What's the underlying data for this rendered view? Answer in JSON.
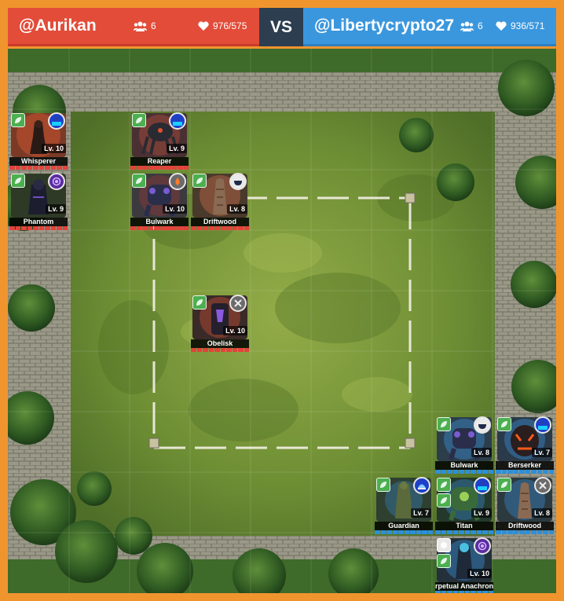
{
  "header": {
    "left": {
      "player": "@Aurikan",
      "units": "6",
      "health": "976/575",
      "color": "#e24c39"
    },
    "vs_label": "VS",
    "right": {
      "player": "@Libertycrypto27",
      "units": "6",
      "health": "936/571",
      "color": "#3b97dd"
    },
    "icons": {
      "units": "users-icon",
      "health": "heart-icon"
    }
  },
  "board": {
    "frame_color": "#f0952e",
    "grass_color": "#6f8f35"
  },
  "units": {
    "whisperer": {
      "name": "Whisperer",
      "level": "Lv. 10",
      "team": "red",
      "element": "leaf",
      "role": "water-drop"
    },
    "reaper": {
      "name": "Reaper",
      "level": "Lv. 9",
      "team": "red",
      "element": "leaf",
      "role": "water-drop"
    },
    "phantom": {
      "name": "Phantom",
      "level": "Lv. 9",
      "team": "red",
      "element": "leaf",
      "role": "vortex"
    },
    "bulwark_red": {
      "name": "Bulwark",
      "level": "Lv. 10",
      "team": "red",
      "element": "leaf",
      "role": "fire"
    },
    "driftwood_red": {
      "name": "Driftwood",
      "level": "Lv. 8",
      "team": "red",
      "element": "leaf",
      "role": "bowl"
    },
    "obelisk": {
      "name": "Obelisk",
      "level": "Lv. 10",
      "team": "red",
      "element": "leaf",
      "role": "crossed-swords"
    },
    "bulwark_blue": {
      "name": "Bulwark",
      "level": "Lv. 8",
      "team": "blue",
      "element": "leaf",
      "role": "bowl"
    },
    "berserker": {
      "name": "Berserker",
      "level": "Lv. 7",
      "team": "blue",
      "element": "leaf",
      "role": "water-drop"
    },
    "guardian": {
      "name": "Guardian",
      "level": "Lv. 7",
      "team": "blue",
      "element": "leaf",
      "role": "dome"
    },
    "titan": {
      "name": "Titan",
      "level": "Lv. 9",
      "team": "blue",
      "element": "leaf",
      "role": "water-drop"
    },
    "driftwood_blue": {
      "name": "Driftwood",
      "level": "Lv. 8",
      "team": "blue",
      "element": "leaf",
      "role": "crossed-swords"
    },
    "anachronism": {
      "name": "rpetual Anachronis",
      "level": "Lv. 10",
      "team": "blue",
      "element": "leaf",
      "role": "vortex"
    }
  }
}
